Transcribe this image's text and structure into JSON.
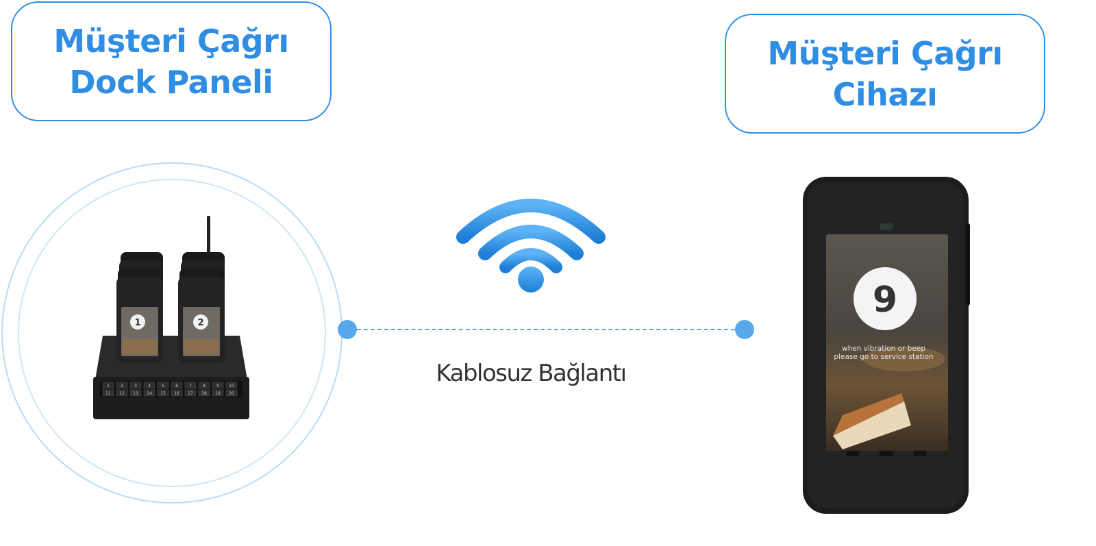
{
  "labels": {
    "left_title_line1": "Müşteri Çağrı",
    "left_title_line2": "Dock Paneli",
    "right_title_line1": "Müşteri Çağrı",
    "right_title_line2": "Cihazı",
    "connection_caption": "Kablosuz Bağlantı"
  },
  "dock": {
    "pager1_number": "1",
    "pager2_number": "2",
    "keypad_row1": [
      "1",
      "2",
      "3",
      "4",
      "5",
      "6",
      "7",
      "8",
      "9",
      "10"
    ],
    "keypad_row2": [
      "11",
      "12",
      "13",
      "14",
      "15",
      "16",
      "17",
      "18",
      "19",
      "20"
    ]
  },
  "pager": {
    "number": "9",
    "message_line1": "when vibration or beep",
    "message_line2": "please go to service station"
  },
  "colors": {
    "accent": "#2f8de4",
    "line": "#58a8ec",
    "circle": "#b9dcf6",
    "device": "#1c1c1c"
  },
  "icons": {
    "wifi": "wifi-icon"
  }
}
